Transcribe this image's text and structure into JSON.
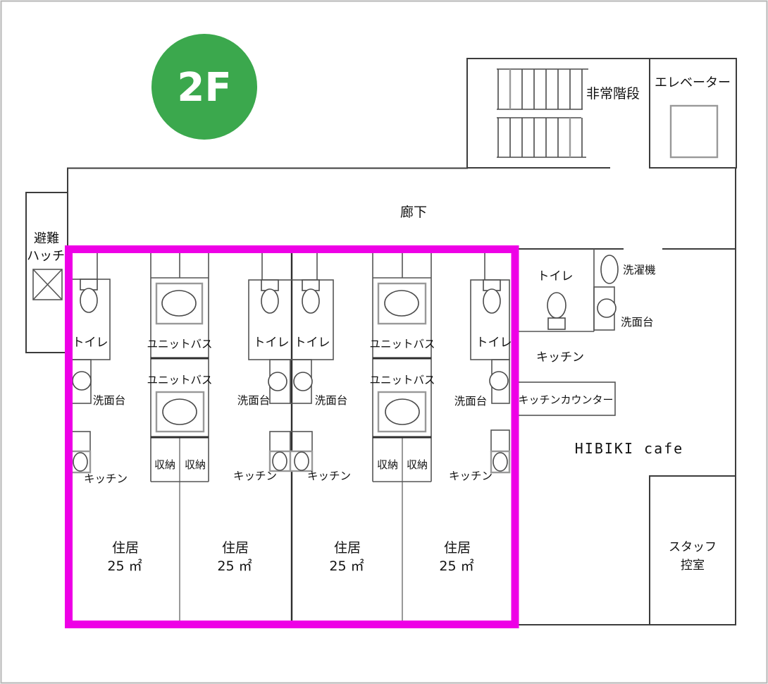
{
  "colors": {
    "accent_magenta": "#ee00e6",
    "badge_green": "#3ba84d",
    "wall": "#3c3c3c",
    "light_gray": "#999999"
  },
  "floor_badge": {
    "label": "2F"
  },
  "annex": {
    "stairs_label": "非常階段",
    "elevator_label": "エレベーター"
  },
  "corridor": {
    "label": "廊下"
  },
  "evacuation_hatch": {
    "line1": "避難",
    "line2": "ハッチ"
  },
  "residential": {
    "labels": {
      "toilet": "トイレ",
      "washstand": "洗面台",
      "kitchen": "キッチン",
      "unit_bath": "ユニットバス",
      "storage": "収納"
    },
    "units": [
      {
        "type": "住居",
        "size": "25 ㎡"
      },
      {
        "type": "住居",
        "size": "25 ㎡"
      },
      {
        "type": "住居",
        "size": "25 ㎡"
      },
      {
        "type": "住居",
        "size": "25 ㎡"
      }
    ]
  },
  "cafe": {
    "name": "HIBIKI cafe",
    "toilet_label": "トイレ",
    "washer_label": "洗濯機",
    "washstand_label": "洗面台",
    "kitchen_label": "キッチン",
    "kitchen_counter_label": "キッチンカウンター",
    "staff_room_line1": "スタッフ",
    "staff_room_line2": "控室"
  }
}
